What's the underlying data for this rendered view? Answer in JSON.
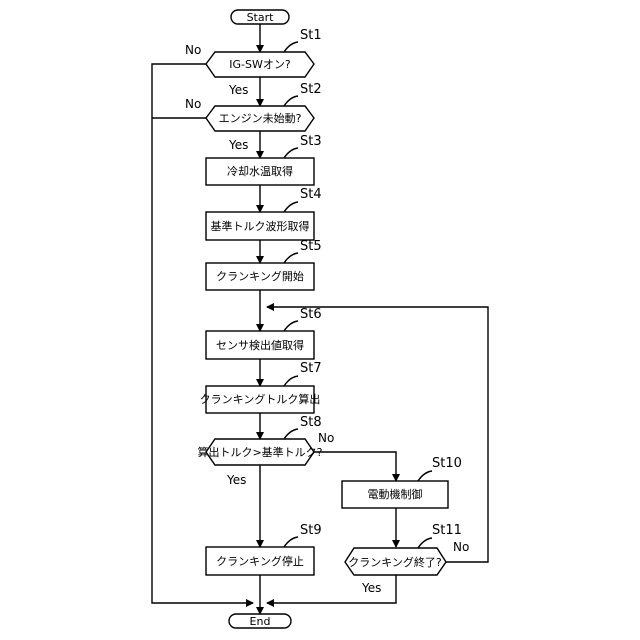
{
  "terminals": {
    "start": "Start",
    "end": "End"
  },
  "steps": {
    "st1": {
      "id": "St1",
      "text": "IG-SWオン?"
    },
    "st2": {
      "id": "St2",
      "text": "エンジン未始動?"
    },
    "st3": {
      "id": "St3",
      "text": "冷却水温取得"
    },
    "st4": {
      "id": "St4",
      "text": "基準トルク波形取得"
    },
    "st5": {
      "id": "St5",
      "text": "クランキング開始"
    },
    "st6": {
      "id": "St6",
      "text": "センサ検出値取得"
    },
    "st7": {
      "id": "St7",
      "text": "クランキングトルク算出"
    },
    "st8": {
      "id": "St8",
      "text": "算出トルク>基準トルク?"
    },
    "st9": {
      "id": "St9",
      "text": "クランキング停止"
    },
    "st10": {
      "id": "St10",
      "text": "電動機制御"
    },
    "st11": {
      "id": "St11",
      "text": "クランキング終了?"
    }
  },
  "branches": {
    "yes": "Yes",
    "no": "No"
  }
}
